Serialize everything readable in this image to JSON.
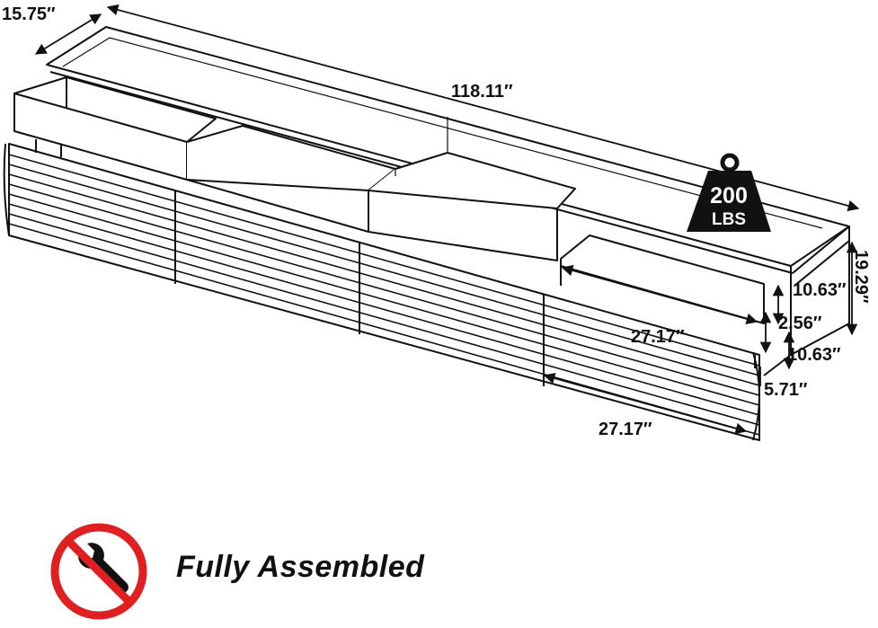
{
  "dimensions": {
    "depth": "15.75″",
    "width": "118.11″",
    "height": "19.29″",
    "upper_drawer_height": "10.63″",
    "gap": "2.56″",
    "lower_drawer_height": "10.63″",
    "lower_drawer_depth": "5.71″",
    "upper_drawer_width": "27.17″",
    "lower_drawer_width": "27.17″"
  },
  "weight_badge": {
    "value": "200",
    "unit": "LBS"
  },
  "assembly": {
    "label": "Fully Assembled",
    "icon": "no-tools-wrench-icon"
  },
  "colors": {
    "line": "#111111",
    "weight_badge": "#111111",
    "prohibit_red": "#e02020"
  }
}
